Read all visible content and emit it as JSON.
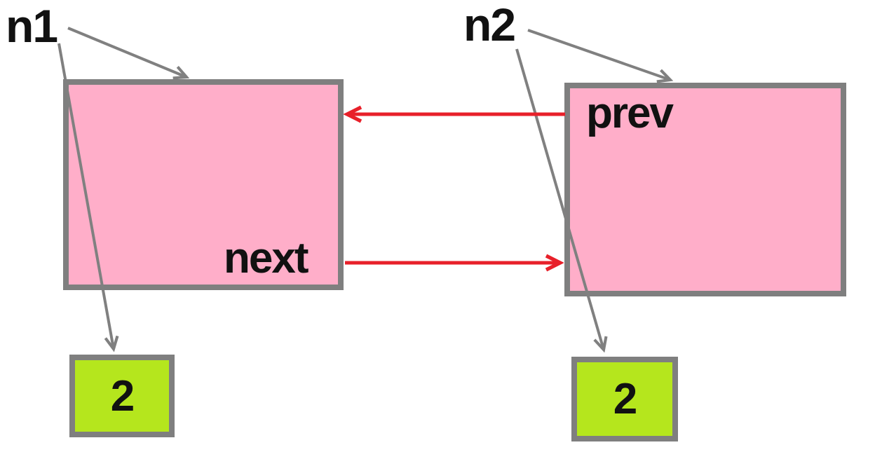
{
  "diagram": {
    "pointers": [
      {
        "label": "n1"
      },
      {
        "label": "n2"
      }
    ],
    "nodes": [
      {
        "id": "node-1",
        "pointer": "n1",
        "field": "next"
      },
      {
        "id": "node-2",
        "pointer": "n2",
        "field": "prev"
      }
    ],
    "value_boxes": [
      {
        "text": "2"
      },
      {
        "text": "2"
      }
    ],
    "arrows": [
      {
        "from": "n1",
        "to": "node-1",
        "style": "gray"
      },
      {
        "from": "n1",
        "to": "value-1",
        "style": "gray"
      },
      {
        "from": "n2",
        "to": "node-2",
        "style": "gray"
      },
      {
        "from": "n2",
        "to": "value-2",
        "style": "gray"
      },
      {
        "from": "node-2-prev",
        "to": "node-1",
        "style": "red"
      },
      {
        "from": "node-1-next",
        "to": "node-2",
        "style": "red"
      }
    ]
  },
  "colors": {
    "node_fill": "#FFAEC9",
    "value_fill": "#B5E61D",
    "box_border": "#7F7F7F",
    "arrow_gray": "#808080",
    "arrow_red": "#E8202A",
    "label_text": "#111111",
    "background": "#FFFFFF"
  }
}
